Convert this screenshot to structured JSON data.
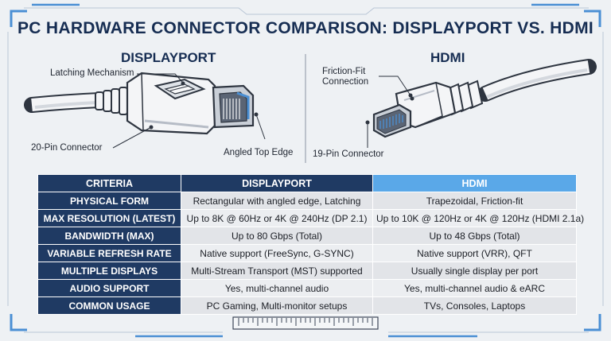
{
  "title": "PC HARDWARE CONNECTOR COMPARISON: DISPLAYPORT VS. HDMI",
  "displayport": {
    "heading": "DISPLAYPORT",
    "labels": {
      "latch": "Latching Mechanism",
      "pins": "20-Pin Connector",
      "edge": "Angled Top Edge"
    }
  },
  "hdmi": {
    "heading": "HDMI",
    "labels": {
      "friction_line1": "Friction-Fit",
      "friction_line2": "Connection",
      "pins": "19-Pin Connector"
    }
  },
  "table": {
    "headers": [
      "CRITERIA",
      "DISPLAYPORT",
      "HDMI"
    ],
    "rows": [
      [
        "PHYSICAL FORM",
        "Rectangular with angled edge, Latching",
        "Trapezoidal, Friction-fit"
      ],
      [
        "MAX RESOLUTION (LATEST)",
        "Up to 8K @ 60Hz or 4K @ 240Hz (DP 2.1)",
        "Up to 10K @ 120Hz or 4K @ 120Hz (HDMI 2.1a)"
      ],
      [
        "BANDWIDTH (MAX)",
        "Up to 80 Gbps (Total)",
        "Up to 48 Gbps (Total)"
      ],
      [
        "VARIABLE REFRESH RATE",
        "Native support (FreeSync, G-SYNC)",
        "Native support (VRR), QFT"
      ],
      [
        "MULTIPLE DISPLAYS",
        "Multi-Stream Transport (MST) supported",
        "Usually single display per port"
      ],
      [
        "AUDIO SUPPORT",
        "Yes, multi-channel audio",
        "Yes, multi-channel audio & eARC"
      ],
      [
        "COMMON USAGE",
        "PC Gaming, Multi-monitor setups",
        "TVs, Consoles, Laptops"
      ]
    ]
  },
  "colors": {
    "navy": "#1f3a63",
    "accent_blue": "#5aa8e8",
    "background": "#eef1f4"
  }
}
